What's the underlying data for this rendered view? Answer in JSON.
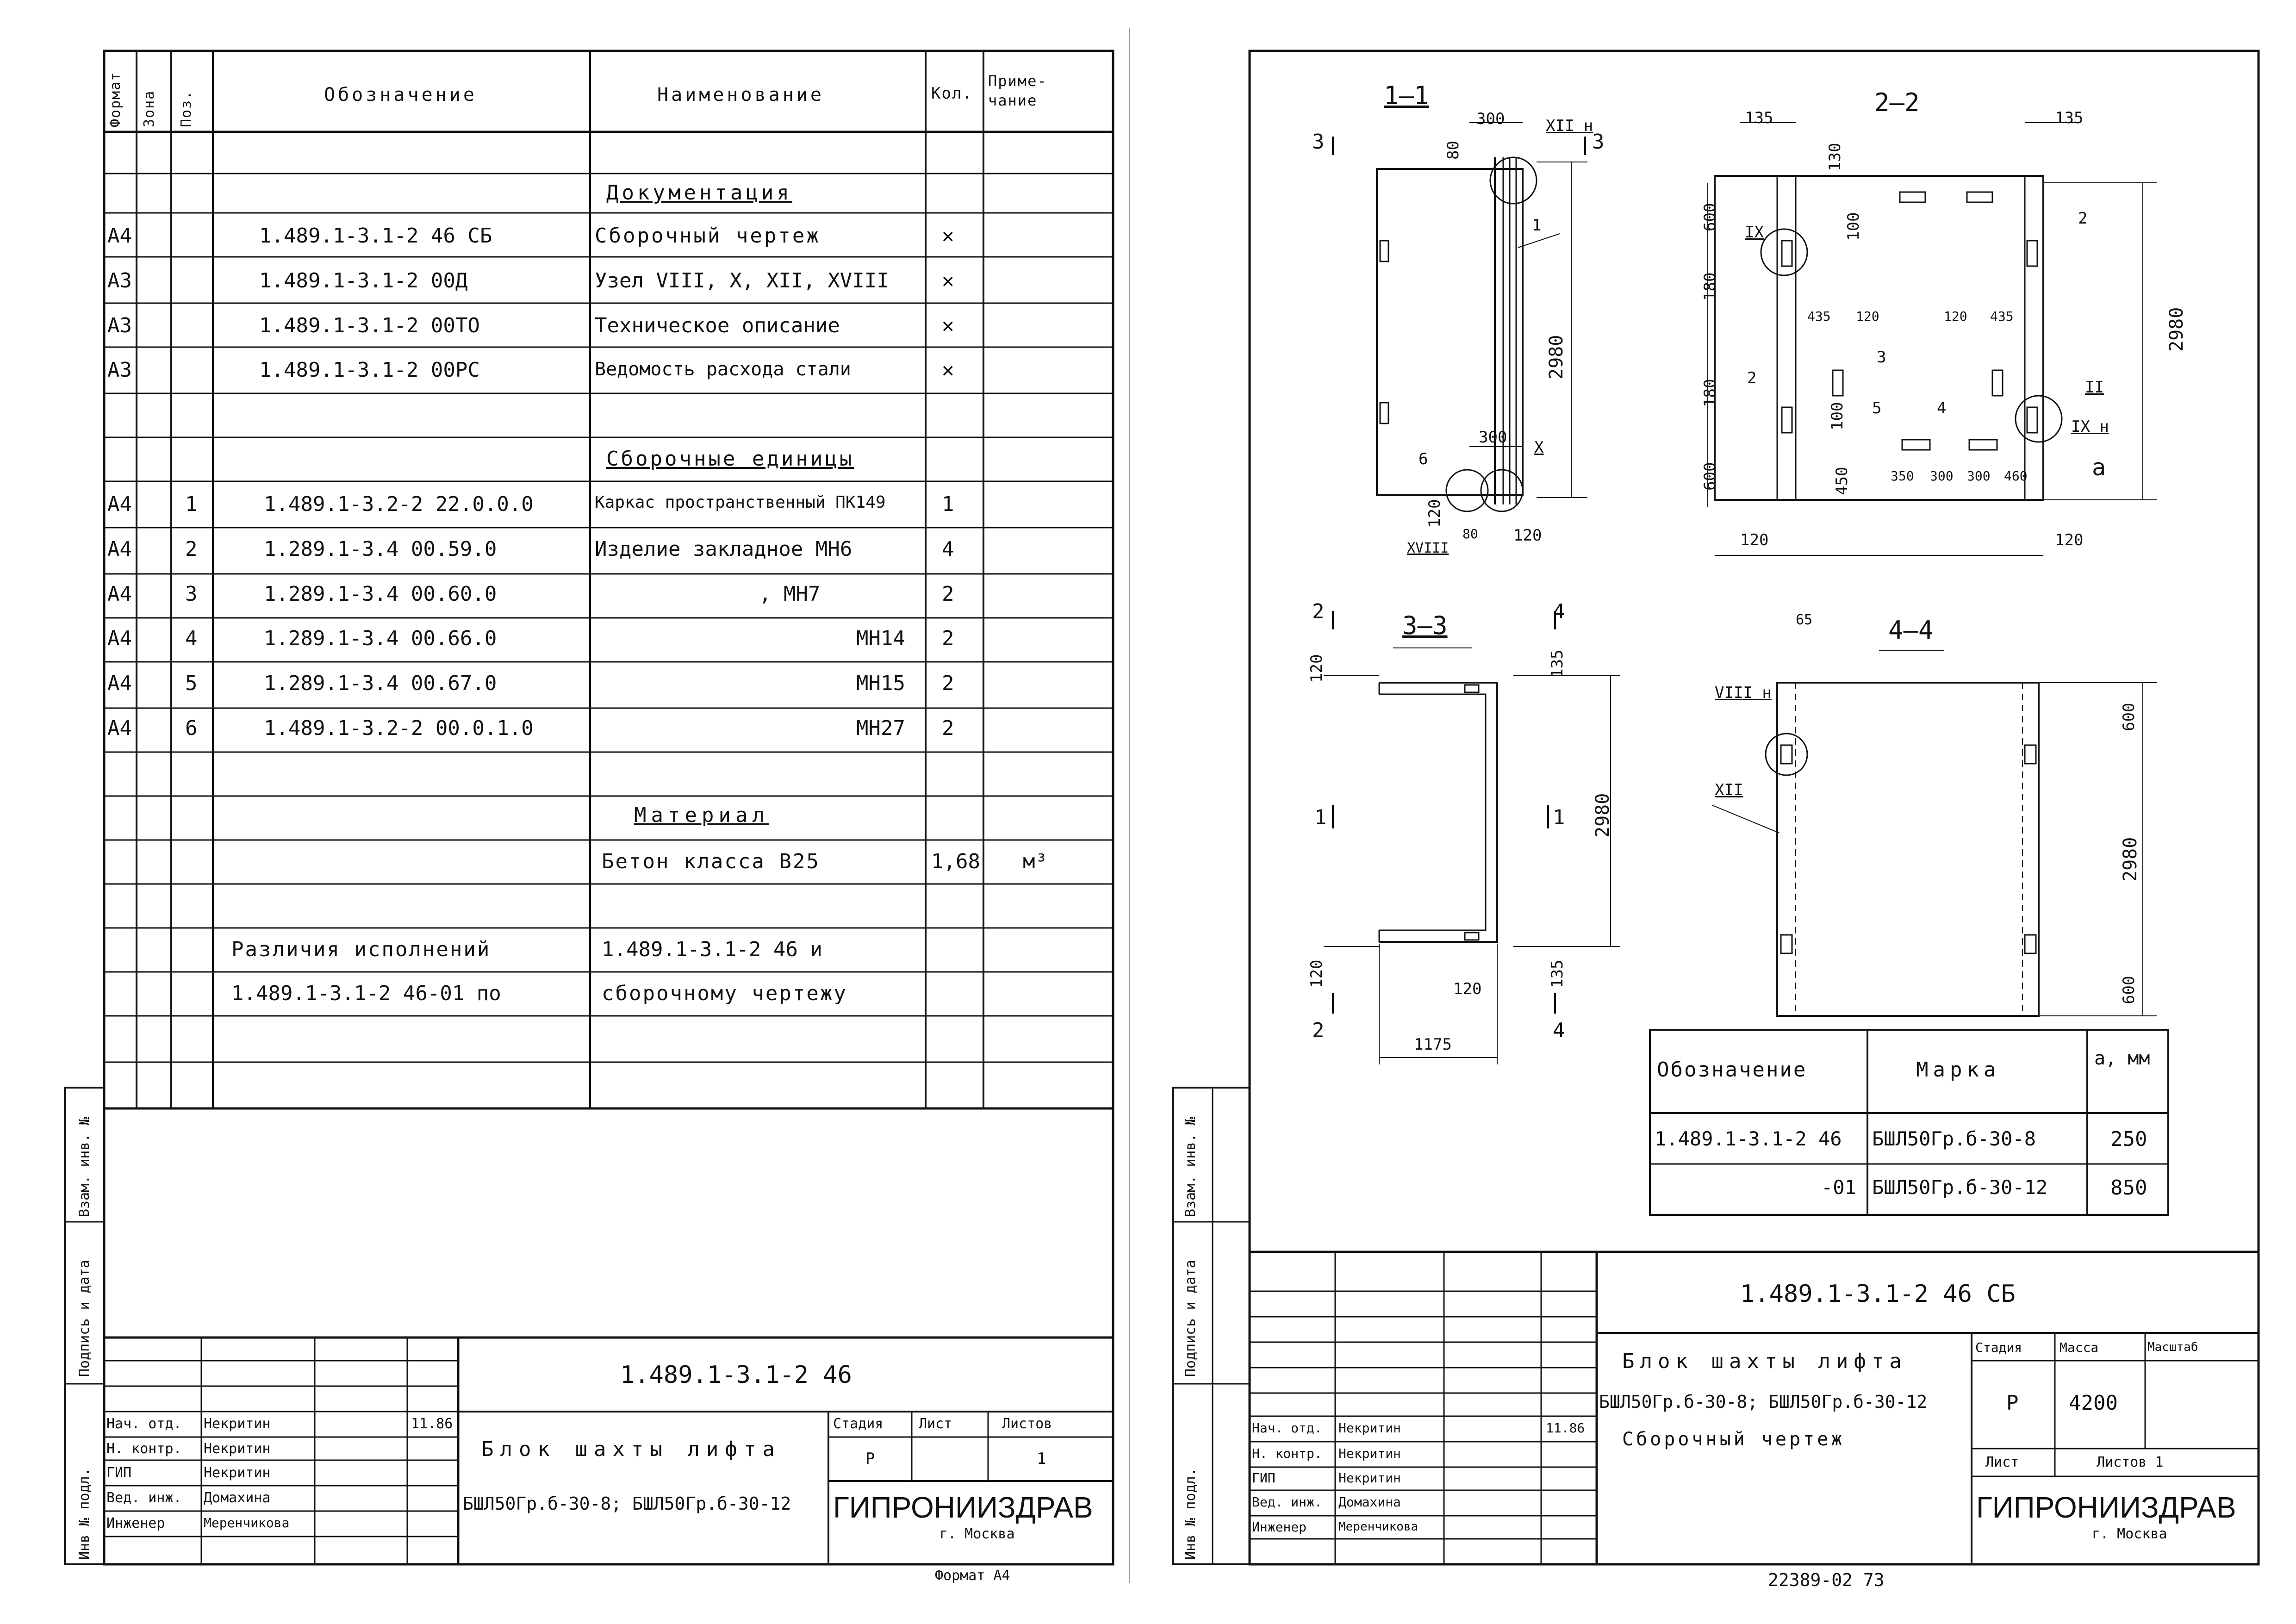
{
  "left_sheet": {
    "headers": {
      "format": "Формат",
      "zone": "Зона",
      "pos": "Поз.",
      "designation": "Обозначение",
      "name": "Наименование",
      "qty": "Кол.",
      "note": "Приме-чание"
    },
    "section_docs": "Документация",
    "docs": [
      {
        "format": "А4",
        "designation": "1.489.1-3.1-2 46 СБ",
        "name": "Сборочный чертеж",
        "qty": "✕"
      },
      {
        "format": "А3",
        "designation": "1.489.1-3.1-2 00Д",
        "name": "Узел VIII, X, XII, XVIII",
        "qty": "✕"
      },
      {
        "format": "А3",
        "designation": "1.489.1-3.1-2 00ТО",
        "name": "Техническое описание",
        "qty": "✕"
      },
      {
        "format": "А3",
        "designation": "1.489.1-3.1-2 00РС",
        "name": "Ведомость расхода стали",
        "qty": "✕"
      }
    ],
    "section_units": "Сборочные единицы",
    "units": [
      {
        "format": "А4",
        "pos": "1",
        "designation": "1.489.1-3.2-2 22.0.0.0",
        "name": "Каркас пространственный ПК149",
        "qty": "1"
      },
      {
        "format": "А4",
        "pos": "2",
        "designation": "1.289.1-3.4 00.59.0",
        "name": "Изделие закладное МН6",
        "qty": "4"
      },
      {
        "format": "А4",
        "pos": "3",
        "designation": "1.289.1-3.4 00.60.0",
        "name": ",  МН7",
        "qty": "2"
      },
      {
        "format": "А4",
        "pos": "4",
        "designation": "1.289.1-3.4 00.66.0",
        "name": "МН14",
        "qty": "2"
      },
      {
        "format": "А4",
        "pos": "5",
        "designation": "1.289.1-3.4 00.67.0",
        "name": "МН15",
        "qty": "2"
      },
      {
        "format": "А4",
        "pos": "6",
        "designation": "1.489.1-3.2-2 00.0.1.0",
        "name": "МН27",
        "qty": "2"
      }
    ],
    "section_material": "Материал",
    "material": {
      "name": "Бетон класса В25",
      "qty": "1,68",
      "unit": "м³"
    },
    "diff_line1_left": "Различия исполнений",
    "diff_line1_right": "1.489.1-3.1-2 46  и",
    "diff_line2_left": "1.489.1-3.1-2 46-01   по",
    "diff_line2_right": "сборочному чертежу",
    "side_stamp": {
      "inv_orig": "Инв № подл.",
      "sign_date": "Подпись и дата",
      "vzam": "Взам. инв. №"
    },
    "title_block": {
      "code": "1.489.1-3.1-2  46",
      "roles": [
        "Нач. отд.",
        "Н. контр.",
        "ГИП",
        "Вед. инж.",
        "Инженер"
      ],
      "names": [
        "Некритин",
        "Некритин",
        "Некритин",
        "Домахина",
        "Меренчикова"
      ],
      "date": "11.86",
      "title_line1": "Блок шахты лифта",
      "title_line2": "БШЛ50Гр.б-30-8; БШЛ50Гр.б-30-12",
      "stage_label": "Стадия",
      "sheet_label": "Лист",
      "sheets_label": "Листов",
      "stage": "Р",
      "sheets": "1",
      "org": "ГИПРОНИИЗДРАВ",
      "city": "г. Москва",
      "format_note": "Формат А4"
    }
  },
  "right_sheet": {
    "section_labels": [
      "1—1",
      "2—2",
      "3—3",
      "4—4"
    ],
    "cut_marks": [
      "3",
      "3",
      "2",
      "2",
      "4",
      "4",
      "1",
      "1"
    ],
    "nodes": [
      "XII н",
      "X",
      "IX",
      "IX н",
      "XVIII",
      "VIII н",
      "XII",
      "II"
    ],
    "positions": [
      "1",
      "2",
      "2",
      "3",
      "4",
      "5",
      "6"
    ],
    "dims": [
      "300",
      "80",
      "2980",
      "300",
      "120",
      "80",
      "120",
      "135",
      "135",
      "130",
      "600",
      "100",
      "180",
      "435",
      "120",
      "120",
      "435",
      "2980",
      "180",
      "100",
      "600",
      "450",
      "350",
      "300",
      "300",
      "460",
      "120",
      "120",
      "a",
      "120",
      "135",
      "2980",
      "120",
      "135",
      "120",
      "1175",
      "65",
      "600",
      "2980",
      "600"
    ],
    "marks_table": {
      "headers": [
        "Обозначение",
        "Марка",
        "а, мм"
      ],
      "rows": [
        [
          "1.489.1-3.1-2 46",
          "БШЛ50Гр.б-30-8",
          "250"
        ],
        [
          "-01",
          "БШЛ50Гр.б-30-12",
          "850"
        ]
      ]
    },
    "side_stamp": {
      "inv_orig": "Инв № подл.",
      "sign_date": "Подпись и дата",
      "vzam": "Взам. инв. №"
    },
    "title_block": {
      "code": "1.489.1-3.1-2  46 СБ",
      "roles": [
        "Нач. отд.",
        "Н. контр.",
        "ГИП",
        "Вед. инж.",
        "Инженер"
      ],
      "names": [
        "Некритин",
        "Некритин",
        "Некритин",
        "Домахина",
        "Меренчикова"
      ],
      "date": "11.86",
      "title_line1": "Блок шахты лифта",
      "title_line2": "БШЛ50Гр.б-30-8; БШЛ50Гр.б-30-12",
      "title_line3": "Сборочный чертеж",
      "stage_label": "Стадия",
      "mass_label": "Масса",
      "scale_label": "Масштаб",
      "stage": "Р",
      "mass": "4200",
      "sheet_label": "Лист",
      "sheets_label": "Листов 1",
      "org": "ГИПРОНИИЗДРАВ",
      "city": "г. Москва",
      "bottom_code": "22389-02  73"
    }
  }
}
